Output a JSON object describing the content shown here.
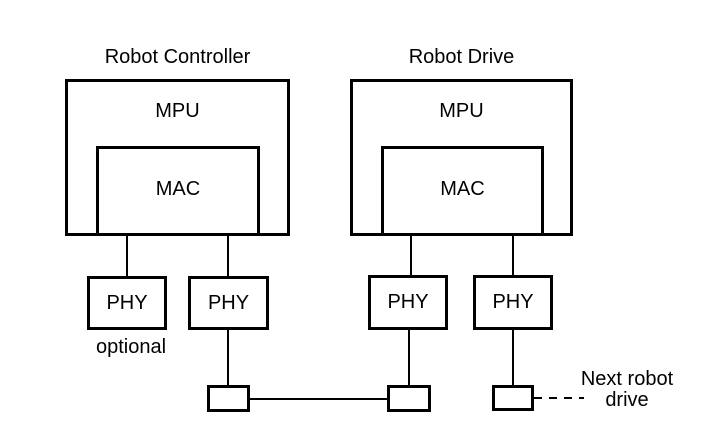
{
  "page": {
    "background": "#ffffff"
  },
  "colors": {
    "line": "#000000",
    "text": "#000000",
    "box_fill": "#ffffff"
  },
  "diagram": {
    "groups": [
      {
        "title": "Robot Controller",
        "mpu_label": "MPU",
        "mac_label": "MAC",
        "phy_left_label": "PHY",
        "phy_right_label": "PHY"
      },
      {
        "title": "Robot Drive",
        "mpu_label": "MPU",
        "mac_label": "MAC",
        "phy_left_label": "PHY",
        "phy_right_label": "PHY"
      }
    ],
    "optional_label": "optional",
    "next_drive_label": "Next robot drive"
  }
}
